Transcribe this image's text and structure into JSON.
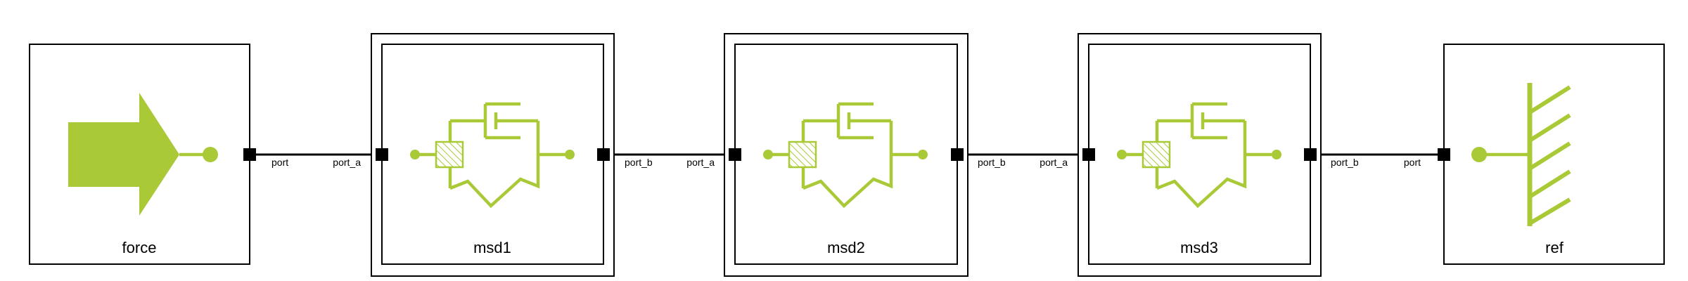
{
  "blocks": {
    "force": {
      "label": "force"
    },
    "msd1": {
      "label": "msd1"
    },
    "msd2": {
      "label": "msd2"
    },
    "msd3": {
      "label": "msd3"
    },
    "ref": {
      "label": "ref"
    }
  },
  "ports": {
    "p1": "port",
    "p2": "port_a",
    "p3": "port_b",
    "p4": "port_a",
    "p5": "port_b",
    "p6": "port_a",
    "p7": "port_b",
    "p8": "port"
  },
  "colors": {
    "icon": "#a9c937",
    "stroke": "#000000"
  },
  "icons": {
    "force": "arrow-icon",
    "msd": "spring-damper-mass-icon",
    "ref": "ground-fixed-icon"
  }
}
